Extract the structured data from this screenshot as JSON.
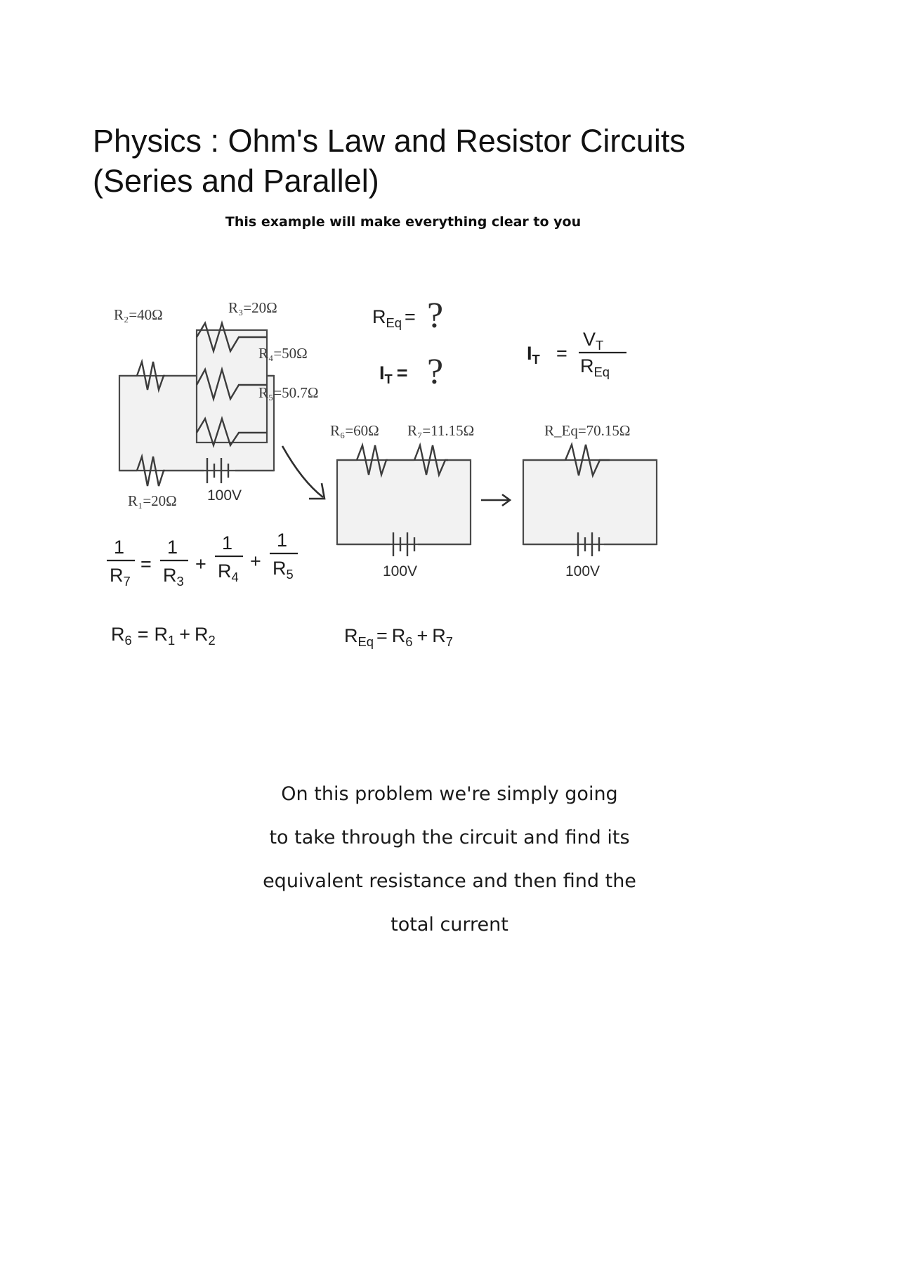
{
  "document": {
    "title": "Physics : Ohm's Law and Resistor Circuits (Series and Parallel)",
    "title_line1": "Physics : Ohm's Law and Resistor Circuits",
    "title_line2": "(Series and Parallel)",
    "subtitle": "This example will make everything clear to you"
  },
  "figure": {
    "circuit1": {
      "name": "original-circuit",
      "labels": {
        "r2": "R₂=40Ω",
        "r3": "R₃=20Ω",
        "r4": "R₄=50Ω",
        "r5": "R₅=50.7Ω",
        "r1": "R₁=20Ω",
        "source": "100V"
      }
    },
    "circuit2": {
      "name": "simplified-circuit",
      "labels": {
        "r6": "R₆=60Ω",
        "r7": "R₇=11.15Ω",
        "source": "100V"
      }
    },
    "circuit3": {
      "name": "equivalent-circuit",
      "labels": {
        "req": "R_Eq=70.15Ω",
        "source": "100V"
      }
    },
    "unknowns": {
      "req_question": "R",
      "req_question_sub": "Eq",
      "req_question_eq": "=",
      "req_question_mark": "?",
      "it_question": "I",
      "it_question_sub": "T",
      "it_question_eq": "=",
      "it_question_mark": "?"
    },
    "ohms_law": {
      "lhs": "I",
      "lhs_sub": "T",
      "eq": "=",
      "numerator": "V",
      "numerator_sub": "T",
      "denominator": "R",
      "denominator_sub": "Eq"
    },
    "formula_parallel": {
      "text": "1/R₇ = 1/R₃ + 1/R₄ + 1/R₅",
      "lhs_num": "1",
      "lhs_den": "R",
      "lhs_den_sub": "7",
      "eq": "=",
      "t1_num": "1",
      "t1_den": "R",
      "t1_den_sub": "3",
      "plus1": "+",
      "t2_num": "1",
      "t2_den": "R",
      "t2_den_sub": "4",
      "plus2": "+",
      "t3_num": "1",
      "t3_den": "R",
      "t3_den_sub": "5"
    },
    "formula_series1": {
      "text": "R₆ = R₁ + R₂",
      "lhs": "R",
      "lhs_sub": "6",
      "eq": "=",
      "t1": "R",
      "t1_sub": "1",
      "plus": "+",
      "t2": "R",
      "t2_sub": "2"
    },
    "formula_series2": {
      "text": "R_Eq = R₆ + R₇",
      "lhs": "R",
      "lhs_sub": "Eq",
      "eq": "=",
      "t1": "R",
      "t1_sub": "6",
      "plus": "+",
      "t2": "R",
      "t2_sub": "7"
    }
  },
  "closing": {
    "line1": "On this problem we're simply going",
    "line2": "to take through the circuit and find its",
    "line3": "equivalent resistance and then find the",
    "line4": "total current"
  },
  "colors": {
    "text": "#111111",
    "wire": "#4a4a4a",
    "fill": "#f2f2f2",
    "background": "#ffffff"
  }
}
